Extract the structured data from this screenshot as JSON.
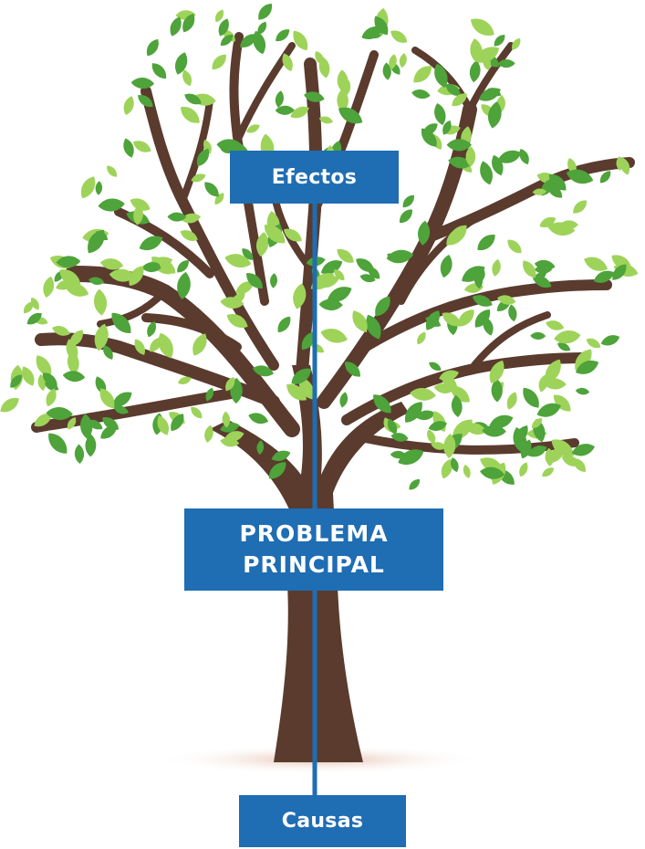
{
  "diagram": {
    "type": "problem-tree",
    "labels": {
      "effects": "Efectos",
      "problem_line1": "PROBLEMA",
      "problem_line2": "PRINCIPAL",
      "causes": "Causas"
    },
    "colors": {
      "box": "#1f6db3",
      "box_text": "#ffffff",
      "trunk": "#5a3b2e",
      "leaf_light": "#9ed35a",
      "leaf_dark": "#4ea33a",
      "axis_line": "#1f6db3",
      "shadow": "#e8c9b8"
    }
  }
}
